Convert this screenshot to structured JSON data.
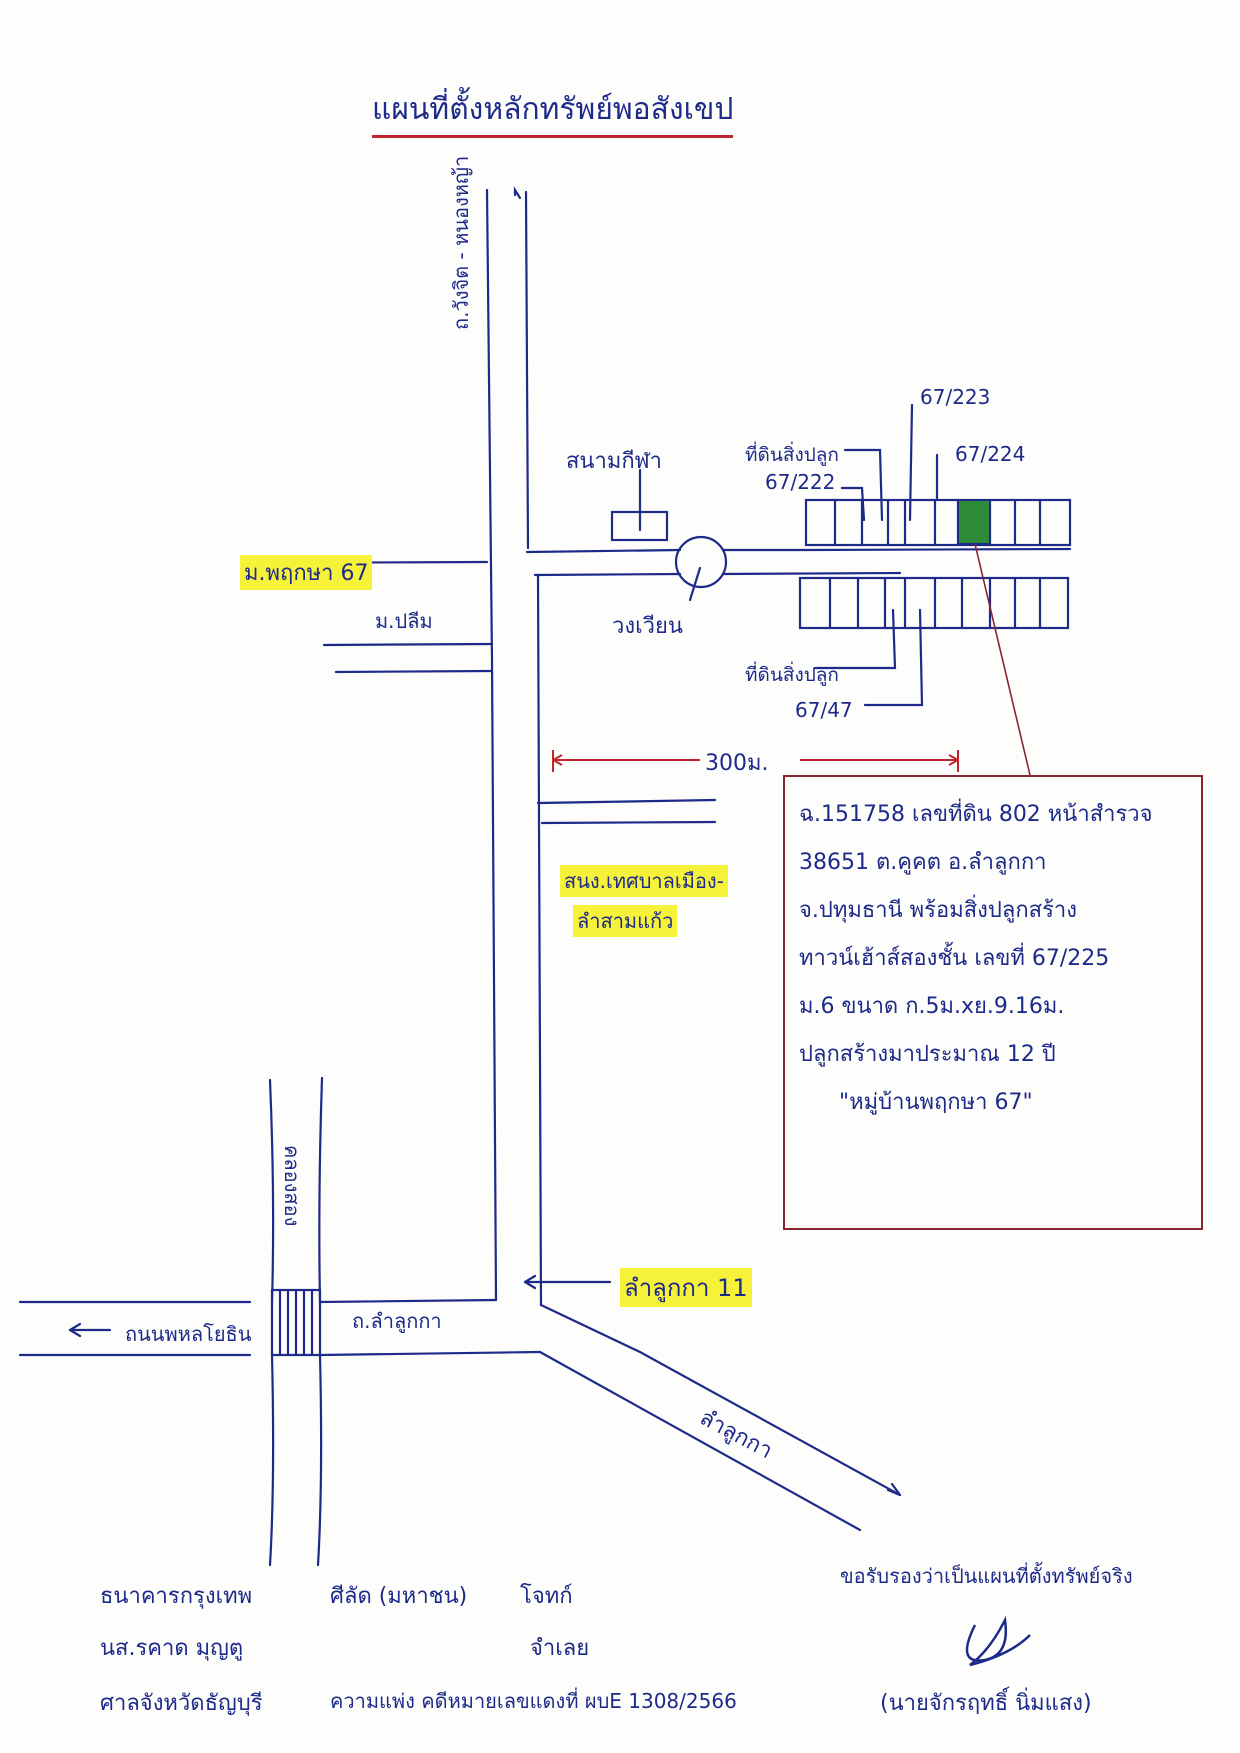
{
  "title": "แผนที่ตั้งหลักทรัพย์พอสังเขป",
  "roads": {
    "north_road": "ถ.วังจิต - หนองหญ้า",
    "main_road": "ถ.ลำลูกกา",
    "west_road": "ถนนพหลโยธิน",
    "se_road": "ลำลูกกา",
    "canal": "คลองสอง"
  },
  "places": {
    "stadium": "สนามกีฬา",
    "roundabout": "วงเวียน",
    "village": "ม.พฤกษา 67",
    "side_village": "ม.ปลีม",
    "municipal_office_1": "สนง.เทศบาลเมือง-",
    "municipal_office_2": "ลำสามแก้ว",
    "junction": "ลำลูกกา 11"
  },
  "lots": {
    "neighbor_label_top": "ที่ดินสิ่งปลูก",
    "neighbor_top": "67/222",
    "lot_223": "67/223",
    "lot_224": "67/224",
    "neighbor_label_bottom": "ที่ดินสิ่งปลูก",
    "neighbor_bottom": "67/47"
  },
  "distance": "300ม.",
  "info": {
    "lines": [
      "ฉ.151758 เลขที่ดิน 802 หน้าสำรวจ",
      "38651 ต.คูคต อ.ลำลูกกา",
      "จ.ปทุมธานี พร้อมสิ่งปลูกสร้าง",
      "ทาวน์เฮ้าส์สองชั้น เลขที่ 67/225",
      "ม.6 ขนาด ก.5ม.xย.9.16ม.",
      "ปลูกสร้างมาประมาณ 12 ปี",
      "\"หมู่บ้านพฤกษา 67\""
    ]
  },
  "footer": {
    "bank": "ธนาคารกรุงเทพ",
    "person": "นส.รคาด มุญตู",
    "court": "ศาลจังหวัดธัญบุรี",
    "plaintiff": "ศีลัด (มหาชน)",
    "plaintiff_role": "โจทก์",
    "defendant_role": "จำเลย",
    "case": "ความแพ่ง คดีหมายเลขแดงที่ ผบE 1308/2566",
    "certify": "ขอรับรองว่าเป็นแผนที่ตั้งทรัพย์จริง",
    "signer": "(นายจักรฤทธิ์ นิ่มแสง)"
  },
  "colors": {
    "ink": "#1d2a8a",
    "red": "#c0262b",
    "box": "#8a2330",
    "highlight": "#f6f23a",
    "plot": "#2e8b3a"
  }
}
